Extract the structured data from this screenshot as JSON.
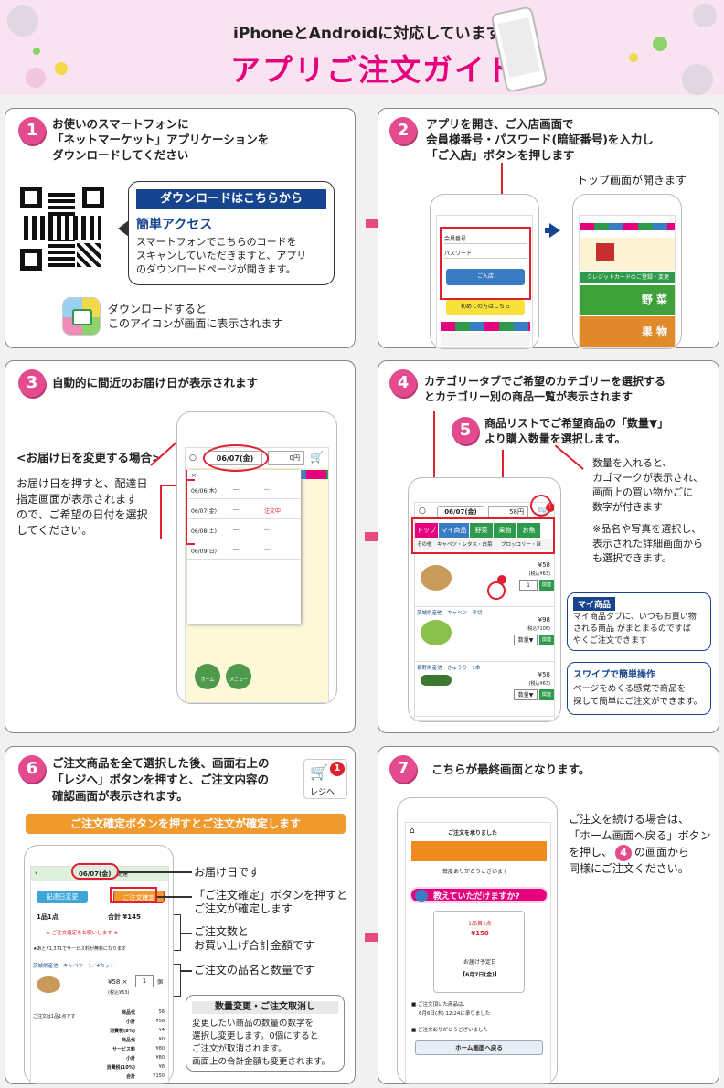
{
  "header": {
    "subtitle": "iPhoneとAndroidに対応しています",
    "title": "アプリご注文ガイド"
  },
  "step1": {
    "num": "1",
    "line1": "お使いのスマートフォンに",
    "line2": "「ネットマーケット」アプリケーションを",
    "line3": "ダウンロードしてください",
    "dl_banner": "ダウンロードはこちらから",
    "easy": "簡単アクセス",
    "desc1": "スマートフォンでこちらのコードを",
    "desc2": "スキャンしていただきますと、アプリ",
    "desc3": "のダウンロードページが開きます。",
    "icon_note1": "ダウンロードすると",
    "icon_note2": "このアイコンが画面に表示されます"
  },
  "step2": {
    "num": "2",
    "line1": "アプリを開き、ご入店画面で",
    "line2": "会員様番号・パスワード(暗証番号)を入力し",
    "line3": "「ご入店」ボタンを押します",
    "top_label": "トップ画面が開きます",
    "member_no": "会員番号",
    "password": "パスワード",
    "enter_btn": "ご入店",
    "first_btn": "初めての方はこちら",
    "veg": "野 菜",
    "fruit": "果 物",
    "credit": "クレジットカードのご登録・変更"
  },
  "step3": {
    "num": "3",
    "title": "自動的に間近のお届け日が表示されます",
    "change_head": "<お届け日を変更する場合>",
    "c1": "お届け日を押すと、配達日",
    "c2": "指定画面が表示されます",
    "c3": "ので、ご希望の日付を選択",
    "c4": "してください。",
    "date": "06/07(金)",
    "price": "0円",
    "dates": [
      {
        "d": "06/06(木)",
        "s": "---",
        "t": "---"
      },
      {
        "d": "06/07(金)",
        "s": "---",
        "t": "注文中"
      },
      {
        "d": "06/08(土)",
        "s": "---",
        "t": "---"
      },
      {
        "d": "06/09(日)",
        "s": "---",
        "t": "---"
      }
    ],
    "home": "ホーム",
    "menu": "メニュー"
  },
  "step4": {
    "num": "4",
    "line1": "カテゴリータブでご希望のカテゴリーを選択する",
    "line2": "とカテゴリー別の商品一覧が表示されます",
    "date": "06/07(金)",
    "price": "58円",
    "tabs": [
      "トップ",
      "マイ商品",
      "野菜",
      "果物",
      "お魚"
    ],
    "subtabs": [
      "その他",
      "キャベツ・レタス・白菜",
      "ブロッコリー・ほ"
    ],
    "items": [
      {
        "origin": "",
        "name": "",
        "price": "¥58",
        "tax": "(税込¥63)",
        "qty": "1"
      },
      {
        "origin": "茨城県産他",
        "name": "キャベツ　半切",
        "price": "¥98",
        "tax": "(税込¥106)",
        "qty": "数量▼"
      },
      {
        "origin": "長野県産他",
        "name": "きゅうり　1本",
        "price": "¥58",
        "tax": "(税込¥63)",
        "qty": "数量▼"
      }
    ],
    "kanryo": "関連",
    "note1": "数量を入れると、",
    "note2": "カゴマークが表示され、",
    "note3": "画面上の買い物かごに",
    "note4": "数字が付きます",
    "note5": "※品名や写真を選択し、",
    "note6": "表示された詳細画面から",
    "note7": "も選択できます。",
    "my_title": "マイ商品",
    "my1": "マイ商品タブに、いつもお買い物",
    "my2": "される商品 がまとまるのですば",
    "my3": "やくご注文できます",
    "sw_title": "スワイプで簡単操作",
    "sw1": "ページをめくる感覚で商品を",
    "sw2": "探して簡単にご注文ができます。"
  },
  "step5": {
    "num": "5",
    "line1": "商品リストでご希望商品の「数量▼」",
    "line2": "より購入数量を選択します。"
  },
  "step6": {
    "num": "6",
    "line1": "ご注文商品を全て選択した後、画面右上の",
    "line2": "「レジへ」ボタンを押すと、ご注文内容の",
    "line3": "確認画面が表示されます。",
    "regi": "レジへ",
    "badge": "1",
    "banner": "ご注文確定ボタンを押すとご注文が確定します",
    "a1": "お届け日です",
    "a2a": "「ご注文確定」ボタンを押すと",
    "a2b": "ご注文が確定します",
    "a3a": "ご注文数と",
    "a3b": "お買い上げ合計金額です",
    "a4": "ご注文の品名と数量です",
    "box_title": "数量変更・ご注文取消し",
    "b1": "変更したい商品の数量の数字を",
    "b2": "選択し変更します。0個にすると",
    "b3": "ご注文が取消されます。",
    "b4": "画面上の合計金額も変更されます。",
    "scr_date": "06/07(金)",
    "haisou": "配達",
    "btn_change": "配達日変更",
    "btn_confirm": "ご注文確定",
    "count": "1品1点",
    "total": "合計 ¥145",
    "warn": "★ ご注文確定をお願いします ★",
    "free": "★あと¥1,371でサービス料が無料になります",
    "item": "茨城県産他　キャベツ　1／4カット",
    "iprice": "¥58 ×",
    "iqty": "1",
    "iunit": "個",
    "itax": "(税込¥63)",
    "summary": "ご注文は1品1点です",
    "rows": [
      [
        "商品代",
        "58"
      ],
      [
        "小計",
        "¥58"
      ],
      [
        "消費税(8%)",
        "¥4"
      ],
      [
        "商品代",
        "¥0"
      ],
      [
        "サービス料",
        "¥80"
      ],
      [
        "小計",
        "¥80"
      ],
      [
        "消費税(10%)",
        "¥8"
      ],
      [
        "合計",
        "¥150"
      ]
    ]
  },
  "step7": {
    "num": "7",
    "title": "こちらが最終画面となります。",
    "r1": "ご注文を続ける場合は、",
    "r2": "「ホーム画面へ戻る」ボタン",
    "r3": "を押し、",
    "r3num": "4",
    "r3b": "の画面から",
    "r4": "同様にご注文ください。",
    "scr_title": "ご注文を承りました",
    "thanks": "毎度ありがとうございます",
    "q": "教えていただけますか?",
    "count": "1品目1点",
    "price": "¥150",
    "sched": "お届け予定日",
    "sched_date": "【6月7日(金)】",
    "m1": "■ ご注文頂いた商品は、",
    "m2": "6月6日(木) 12:24に承りました",
    "m3": "■ ご注文ありがとうございました",
    "back": "ホーム画面へ戻る"
  },
  "colors": {
    "pink": "#e6007e",
    "step": "#e44b8f",
    "navy": "#17448f",
    "green": "#2e9a4c"
  }
}
